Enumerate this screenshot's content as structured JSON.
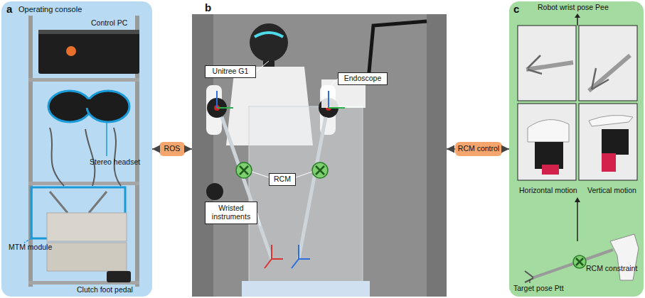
{
  "diagram": {
    "nodes": [
      {
        "text": [
          "a",
          "Operating console"
        ]
      },
      {
        "text": [
          "ROS"
        ]
      },
      {
        "text": [
          "b"
        ]
      },
      {
        "text": [
          "Unitree G1"
        ],
        "in": 2
      },
      {
        "text": [
          "Endoscope"
        ],
        "in": 2
      },
      {
        "text": [
          "RCM"
        ],
        "in": 2
      },
      {
        "text": [
          "Wristed instruments"
        ],
        "in": 2
      },
      {
        "text": [
          "RCM control"
        ]
      },
      {
        "text": [
          "c"
        ]
      }
    ],
    "edges": [
      {
        "from": 1,
        "to": 0,
        "arrow": "to"
      },
      {
        "from": 1,
        "to": 2,
        "arrow": "to"
      },
      {
        "from": 7,
        "to": 2,
        "arrow": "to"
      },
      {
        "from": 7,
        "to": 8,
        "arrow": "to"
      }
    ],
    "labels": [
      "Control PC",
      "Stereo headset",
      "MTM module",
      "Clutch foot pedal",
      "Robot wrist pose Pee",
      "Horizontal motion",
      "Vertical motion",
      "RCM constraint",
      "Target pose Ptt"
    ]
  }
}
